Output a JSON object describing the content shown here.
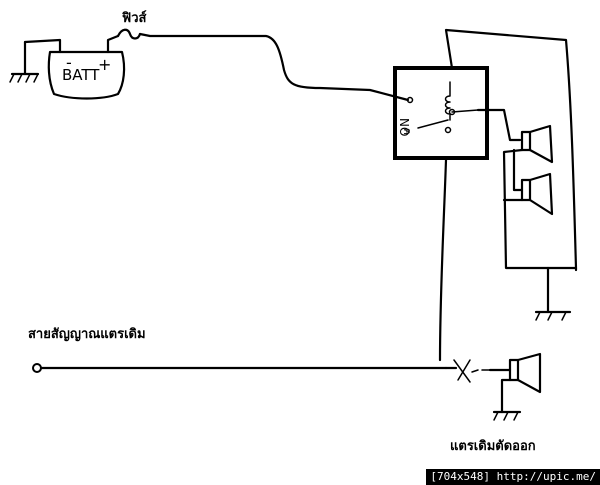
{
  "labels": {
    "fuse": "ฟิวส์",
    "battery": "BATT",
    "battery_minus": "-",
    "battery_plus": "+",
    "relay_no": "NO",
    "relay_nc": "ค",
    "original_signal": "สายสัญญาณแตรเดิม",
    "original_horn_cut": "แตรเดิมตัดออก"
  },
  "watermark": "[704x548] http://upic.me/"
}
